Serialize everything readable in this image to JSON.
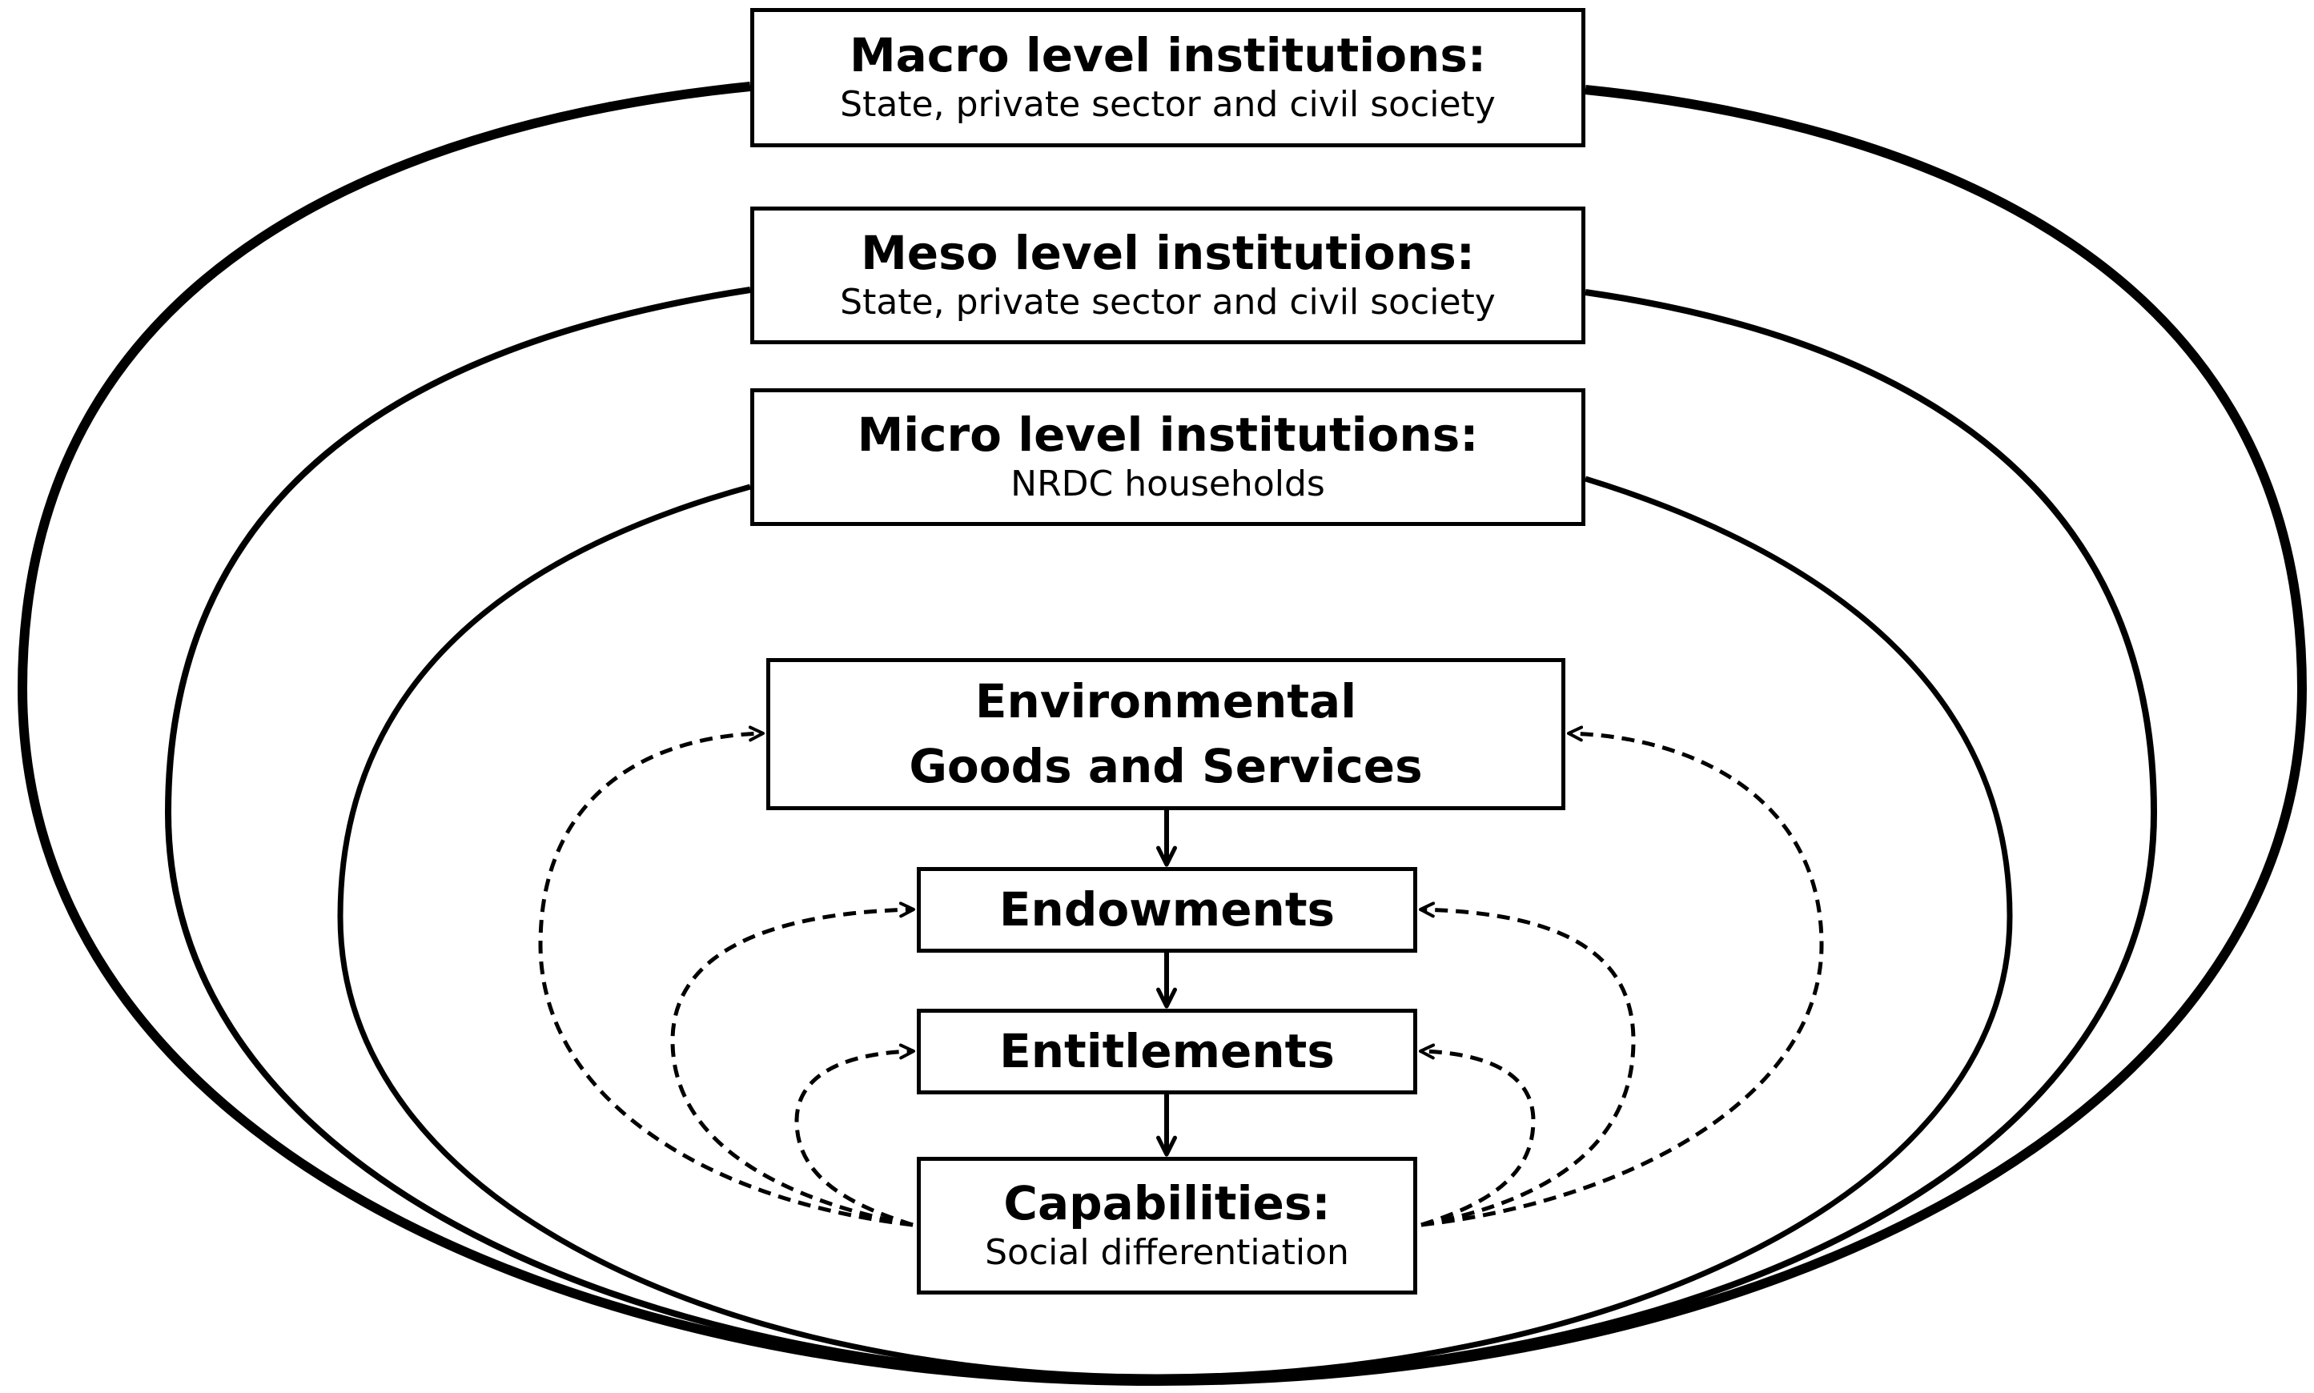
{
  "levels": {
    "macro": {
      "title": "Macro level institutions:",
      "subtitle": "State, private sector and civil society"
    },
    "meso": {
      "title": "Meso level institutions:",
      "subtitle": "State, private sector and civil society"
    },
    "micro": {
      "title": "Micro level institutions:",
      "subtitle": "NRDC households"
    }
  },
  "chain": {
    "environmental_goods": {
      "line1": "Environmental",
      "line2": "Goods and Services"
    },
    "endowments": "Endowments",
    "entitlements": "Entitlements",
    "capabilities": {
      "title": "Capabilities:",
      "subtitle": "Social differentiation"
    }
  },
  "colors": {
    "stroke": "#000000",
    "background": "#ffffff"
  }
}
